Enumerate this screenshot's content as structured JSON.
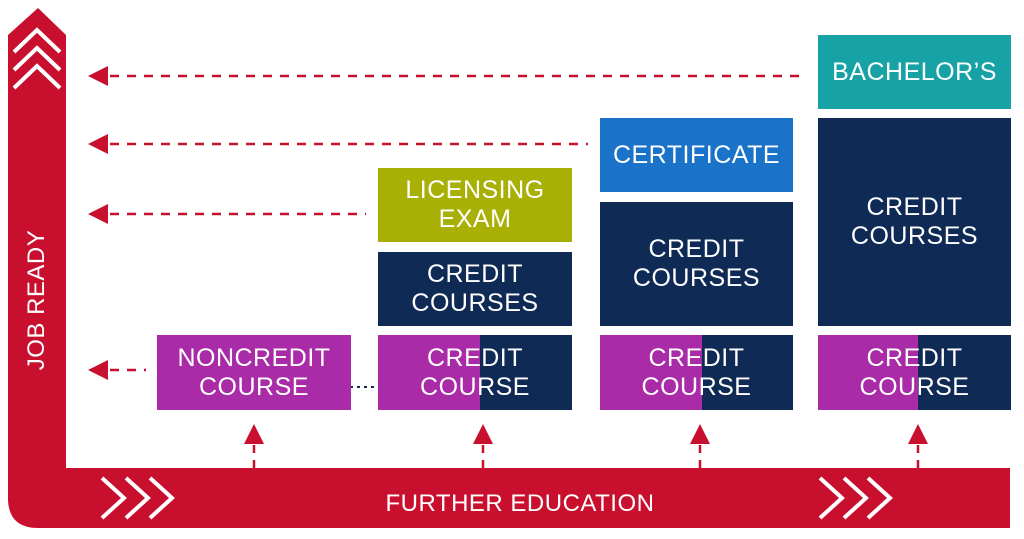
{
  "colors": {
    "red": "#c8102e",
    "navy": "#0f2a55",
    "purple": "#a92ba7",
    "olive": "#a9b005",
    "blue": "#1a73c9",
    "teal": "#17a2a6",
    "dash": "#c8102e",
    "connector": "#1a2a4a"
  },
  "axes": {
    "vertical_label": "JOB READY",
    "horizontal_label": "FURTHER EDUCATION"
  },
  "columns": [
    {
      "id": "col1",
      "base": "NONCREDIT\nCOURSE",
      "stack": []
    },
    {
      "id": "col2",
      "base": "CREDIT\nCOURSE",
      "stack": [
        "CREDIT\nCOURSES",
        "LICENSING\nEXAM"
      ]
    },
    {
      "id": "col3",
      "base": "CREDIT\nCOURSE",
      "stack": [
        "CREDIT\nCOURSES",
        "CERTIFICATE"
      ]
    },
    {
      "id": "col4",
      "base": "CREDIT\nCOURSE",
      "stack": [
        "CREDIT\nCOURSES",
        "BACHELOR’S"
      ]
    }
  ],
  "icons": {
    "up_arrow": "arrow-up-icon",
    "left_arrow": "arrow-left-icon",
    "chevrons": "chevron-right-icon"
  }
}
